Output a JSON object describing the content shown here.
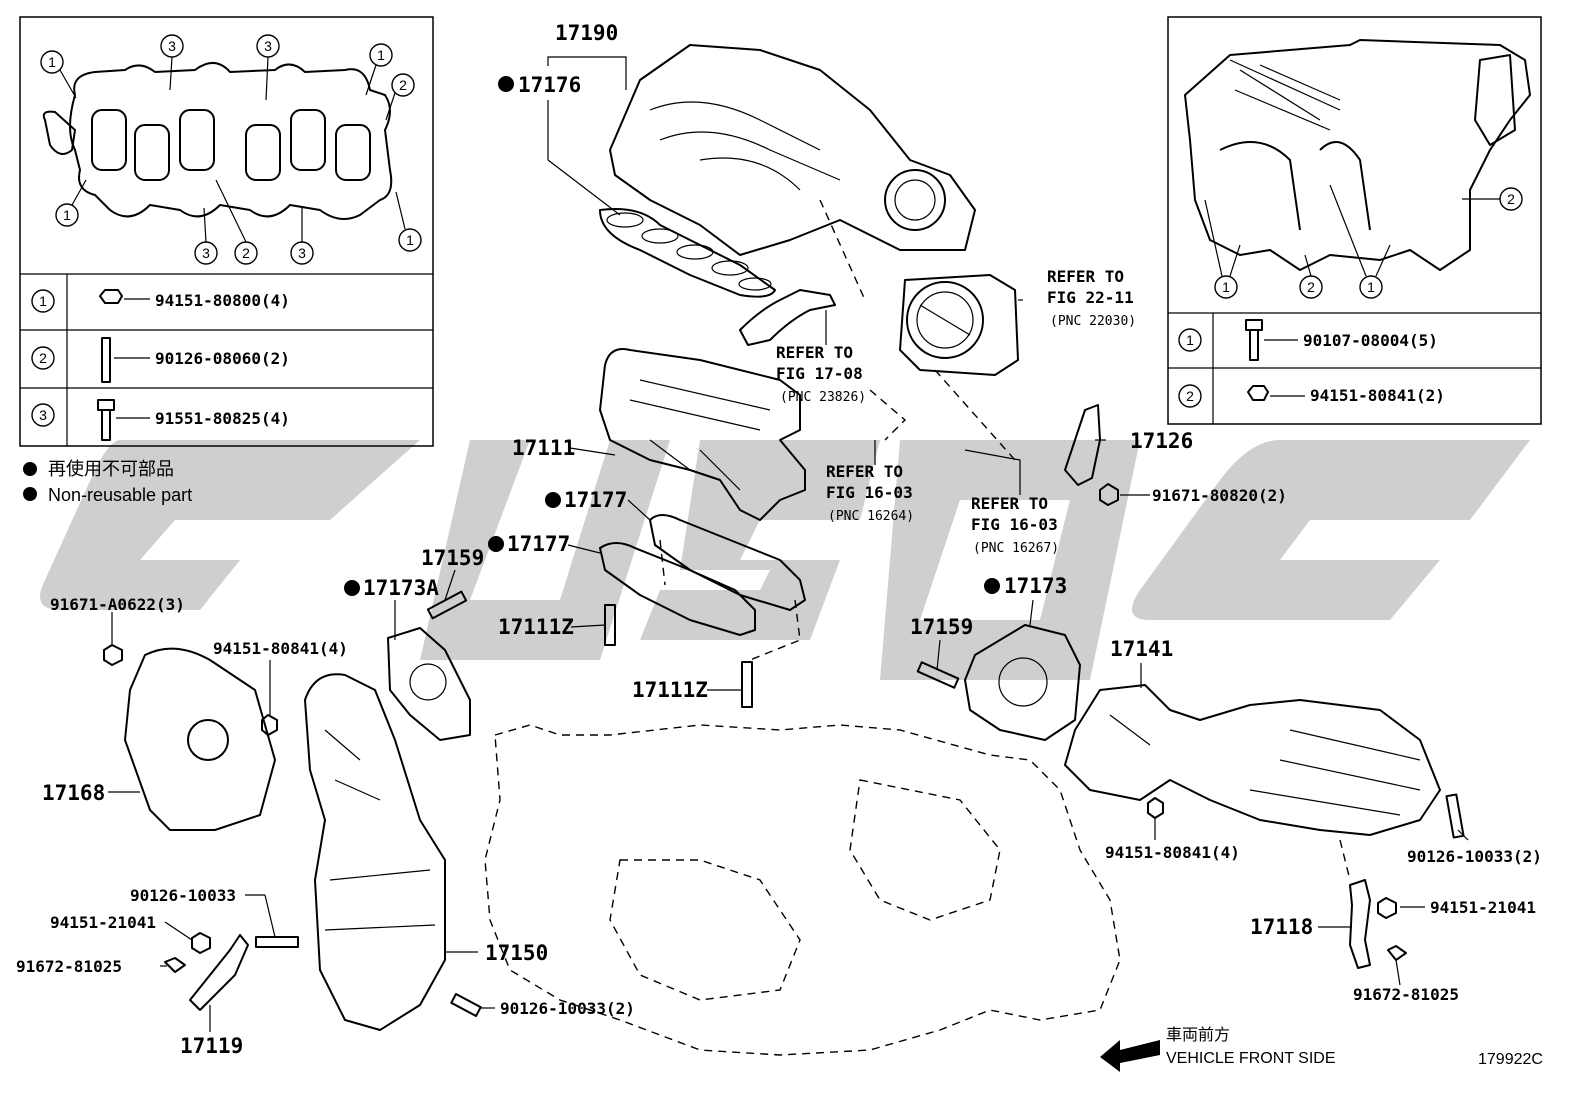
{
  "diagram_id": "179922C",
  "legend": {
    "non_reusable_jp": "再使用不可部品",
    "non_reusable_en": "Non-reusable part"
  },
  "direction": {
    "jp": "車両前方",
    "en": "VEHICLE FRONT SIDE"
  },
  "left_inset": {
    "callouts": [
      "1",
      "2",
      "3"
    ],
    "table": [
      {
        "num": "1",
        "part": "94151-80800(4)"
      },
      {
        "num": "2",
        "part": "90126-08060(2)"
      },
      {
        "num": "3",
        "part": "91551-80825(4)"
      }
    ]
  },
  "right_inset": {
    "callouts": [
      "1",
      "2"
    ],
    "table": [
      {
        "num": "1",
        "part": "90107-08004(5)"
      },
      {
        "num": "2",
        "part": "94151-80841(2)"
      }
    ]
  },
  "refs": {
    "throttle": {
      "l1": "REFER TO",
      "l2": "FIG 22-11",
      "pnc": "(PNC 22030)"
    },
    "hose": {
      "l1": "REFER TO",
      "l2": "FIG 17-08",
      "pnc": "(PNC 23826)"
    },
    "pipe1": {
      "l1": "REFER TO",
      "l2": "FIG 16-03",
      "pnc": "(PNC 16264)"
    },
    "pipe2": {
      "l1": "REFER TO",
      "l2": "FIG 16-03",
      "pnc": "(PNC 16267)"
    }
  },
  "labels": {
    "p17190": "17190",
    "p17176": "17176",
    "p17111": "17111",
    "p17177a": "17177",
    "p17177b": "17177",
    "p17159a": "17159",
    "p17173A": "17173A",
    "p17111Za": "17111Z",
    "p17111Zb": "17111Z",
    "p17126": "17126",
    "p17173": "17173",
    "p17159b": "17159",
    "p17141": "17141",
    "p17168": "17168",
    "p17150": "17150",
    "p17119": "17119",
    "p17118": "17118",
    "n91671A": "91671-A0622(3)",
    "n94151_80841_4a": "94151-80841(4)",
    "n91671_80820": "91671-80820(2)",
    "n94151_80841_4b": "94151-80841(4)",
    "n90126_2a": "90126-10033(2)",
    "n94151_21041a": "94151-21041",
    "n91672a": "91672-81025",
    "n90126_10033": "90126-10033",
    "n94151_21041b": "94151-21041",
    "n91672b": "91672-81025",
    "n90126_2b": "90126-10033(2)"
  }
}
